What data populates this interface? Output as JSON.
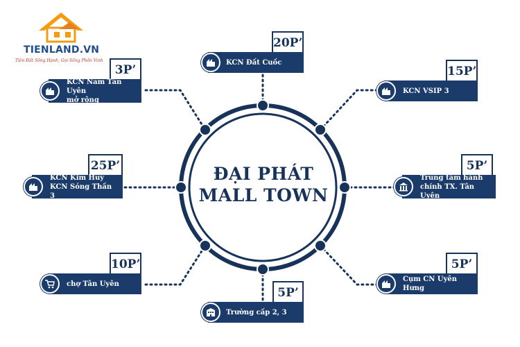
{
  "logo": {
    "name": "TIENLAND.VN",
    "slogan": "Tiên Đất Sống Hạnh, Gọi Sống Phồn Vinh",
    "icon": "house-logo-icon"
  },
  "center": {
    "line1": "ĐẠI PHÁT",
    "line2": "MALL TOWN"
  },
  "destinations": {
    "kcn_dat_cuoc": {
      "time": "20P’",
      "label": "KCN Đất Cuốc",
      "icon": "factory-icon"
    },
    "kcn_nam_tan_uyen": {
      "time": "3P’",
      "line1": "KCN Nam Tân Uyên",
      "line2": "mở rộng",
      "icon": "factory-icon"
    },
    "kcn_vsip3": {
      "time": "15P’",
      "label": "KCN VSIP 3",
      "icon": "factory-icon"
    },
    "kcn_kim_huy": {
      "time": "25P’",
      "line1": "KCN Kim Huy",
      "line2": "KCN Sóng Thần 3",
      "icon": "factory-icon"
    },
    "trung_tam_hanh_chinh": {
      "time": "5P’",
      "line1": "Trung tâm hành",
      "line2": "chính TX. Tân Uyên",
      "icon": "government-building-icon"
    },
    "cho_tan_uyen": {
      "time": "10P’",
      "label": "chợ Tân Uyên",
      "icon": "shopping-cart-icon"
    },
    "cum_cn_uyen_hung": {
      "time": "5P’",
      "label": "Cụm CN Uyên Hưng",
      "icon": "factory-icon"
    },
    "truong_cap_23": {
      "time": "5P’",
      "label": "Trường cấp 2, 3",
      "icon": "school-icon"
    }
  },
  "colors": {
    "navy": "#17335a",
    "box": "#1b3c6a",
    "logo_orange": "#f39c12",
    "logo_blue": "#1f4e8c"
  }
}
